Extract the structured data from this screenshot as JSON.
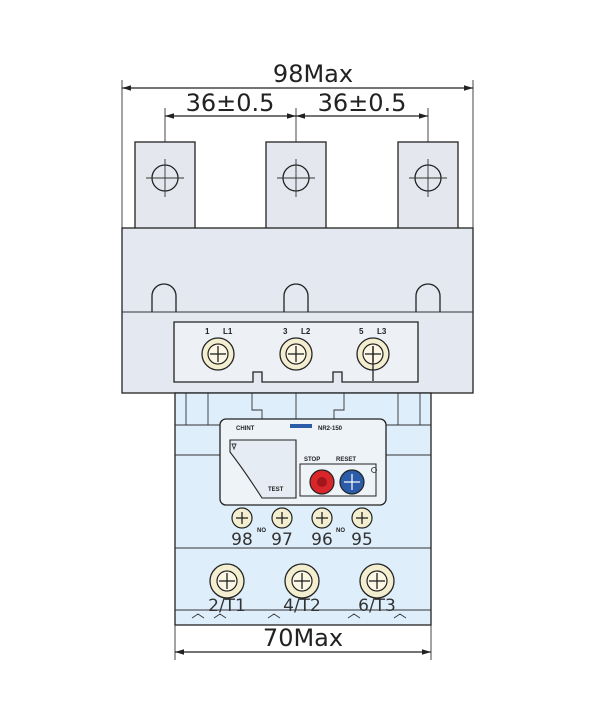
{
  "dimensions": {
    "overall_width": "98Max",
    "pitch_left": "36±0.5",
    "pitch_right": "36±0.5",
    "body_width": "70Max"
  },
  "terminals_top": [
    {
      "number": "1",
      "label": "L1"
    },
    {
      "number": "3",
      "label": "L2"
    },
    {
      "number": "5",
      "label": "L3"
    }
  ],
  "front_panel": {
    "brand": "CHINT",
    "model": "NR2-150",
    "stop_label": "STOP",
    "reset_label": "RESET",
    "test_label": "TEST"
  },
  "aux_contacts": [
    {
      "number": "98",
      "group_label": "NO"
    },
    {
      "number": "97",
      "group_label": ""
    },
    {
      "number": "96",
      "group_label": "NO"
    },
    {
      "number": "95",
      "group_label": ""
    }
  ],
  "terminals_bottom": [
    "2/T1",
    "4/T2",
    "6/T3"
  ],
  "colors": {
    "housing": "#e3e8f1",
    "body": "#dfeefb",
    "terminal_cream": "#f4eed0",
    "stop_red": "#d8262b",
    "reset_blue": "#2a5caa"
  }
}
